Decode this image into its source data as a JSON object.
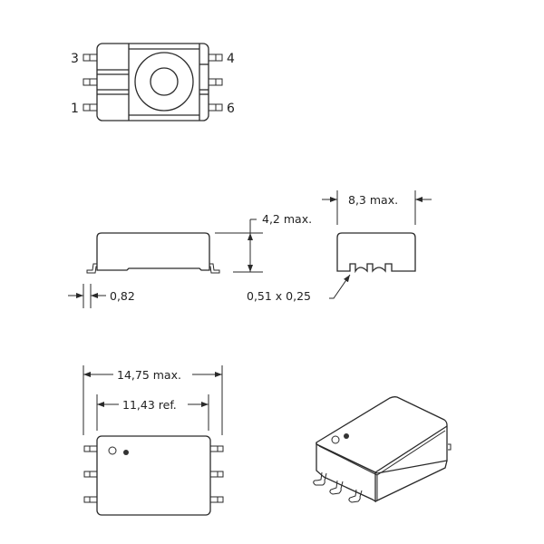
{
  "drawing": {
    "top_view": {
      "pin_labels": {
        "pin3": "3",
        "pin4": "4",
        "pin1": "1",
        "pin6": "6"
      }
    },
    "side_view": {
      "height_label": "4,2 max.",
      "lead_thickness_label": "0,82"
    },
    "end_view": {
      "width_label": "8,3 max.",
      "pad_label": "0,51 x 0,25"
    },
    "bottom_view": {
      "overall_length_label": "14,75 max.",
      "body_length_label": "11,43 ref."
    },
    "colors": {
      "line": "#2a2a2a",
      "background": "#ffffff"
    }
  }
}
